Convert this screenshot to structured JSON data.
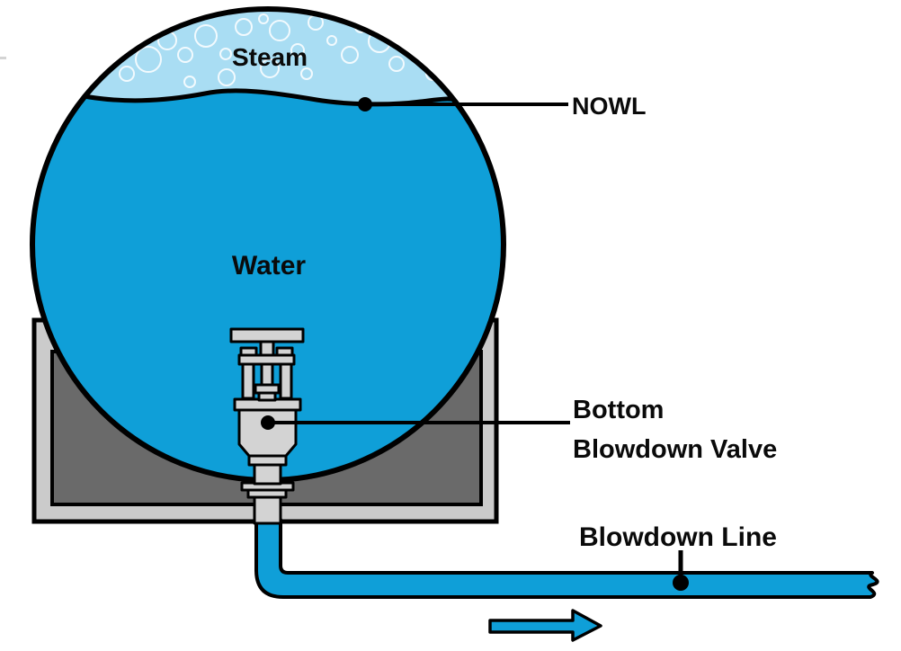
{
  "diagram": {
    "type": "boiler-bottom-blowdown-schematic",
    "labels": {
      "steam": "Steam",
      "water": "Water",
      "nowl": "NOWL",
      "valve_line1": "Bottom",
      "valve_line2": "Blowdown Valve",
      "blowdown_line": "Blowdown Line"
    },
    "colors": {
      "water_blue": "#0F9FD8",
      "steam_blue": "#A9DDF3",
      "pipe_blue": "#0F9FD8",
      "frame_light_gray": "#CBCBCB",
      "frame_inner_dark_gray": "#6A6A6A",
      "valve_gray": "#D3D3D3",
      "outline_black": "#000000",
      "label_text": "#0A0A0A"
    },
    "markers": {
      "nowl_dot": "water-surface level point",
      "valve_dot": "valve body point",
      "blowdown_dot": "pipe point"
    },
    "icons": {
      "flow_arrow": "right-arrow"
    }
  }
}
